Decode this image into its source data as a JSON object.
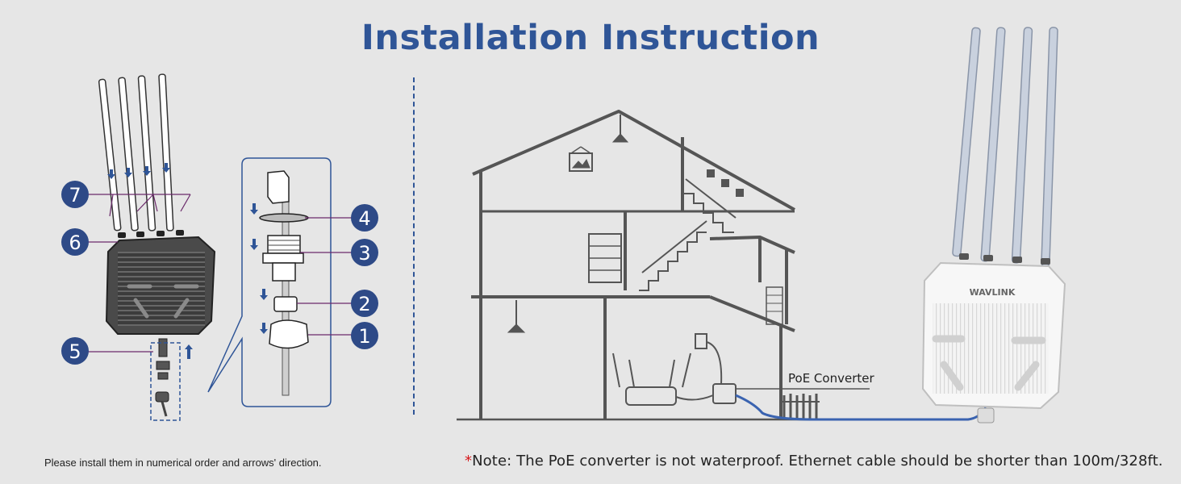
{
  "title": "Installation Instruction",
  "steps": [
    "1",
    "2",
    "3",
    "4",
    "5",
    "6",
    "7"
  ],
  "device_brand": "WAVLINK",
  "poe_label": "PoE Converter",
  "caption_left": "Please install them in numerical order and arrows' direction.",
  "note_star": "*",
  "note_text": "Note: The PoE converter is not waterproof. Ethernet cable should be shorter than 100m/328ft.",
  "colors": {
    "accent": "#2f5597",
    "badge": "#2e4a87",
    "warning": "#d7191c",
    "background": "#e6e6e6"
  }
}
